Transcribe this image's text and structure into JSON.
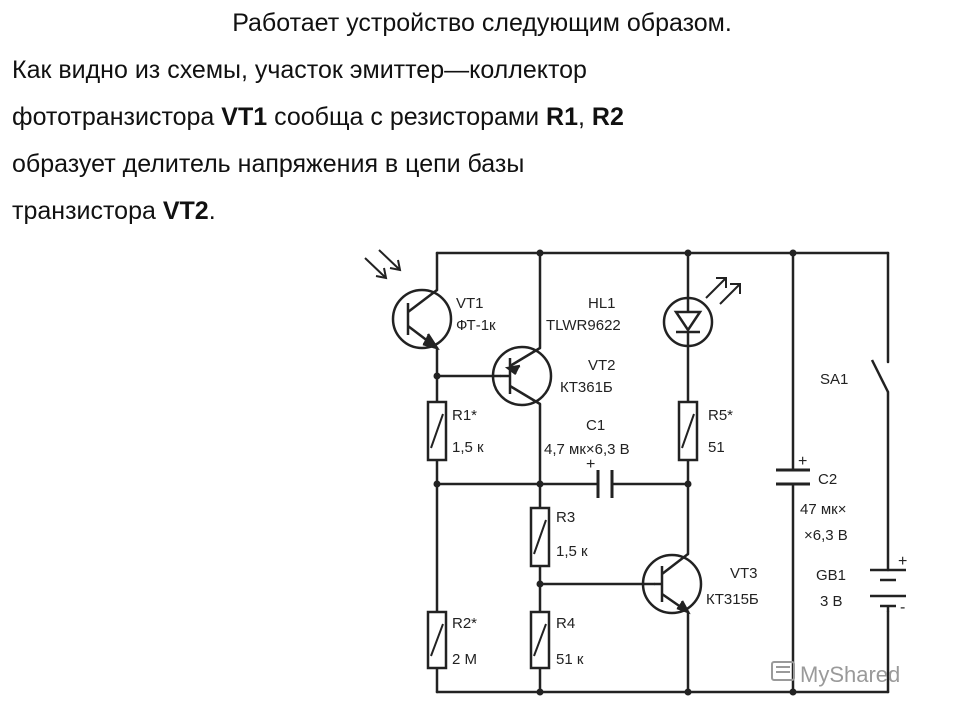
{
  "text": {
    "title": "Работает устройство следующим образом.",
    "l2": "Как видно из схемы, участок эмиттер—коллектор",
    "l3_a": "фототранзистора ",
    "l3_vt1": "VT1",
    "l3_b": " сообща с резисторами ",
    "l3_r1": "R1",
    "l3_c": ", ",
    "l3_r2": "R2",
    "l4": "образует делитель напряжения в цепи базы",
    "l5_a": "транзистора ",
    "l5_vt2": "VT2",
    "l5_b": "."
  },
  "schematic": {
    "vt1_name": "VT1",
    "vt1_type": "ФТ-1к",
    "hl1_name": "HL1",
    "hl1_type": "TLWR9622",
    "vt2_name": "VT2",
    "vt2_type": "КТ361Б",
    "r1_name": "R1*",
    "r1_value": "1,5 к",
    "c1_name": "C1",
    "c1_value": "4,7 мк×6,3 В",
    "r5_name": "R5*",
    "r5_value": "51",
    "sa1_name": "SA1",
    "c2_name": "C2",
    "c2_value_1": "47 мк×",
    "c2_value_2": "×6,3 В",
    "r3_name": "R3",
    "r3_value": "1,5 к",
    "vt3_name": "VT3",
    "vt3_type": "КТ315Б",
    "gb1_name": "GB1",
    "gb1_value": "3 В",
    "r2_name": "R2*",
    "r2_value": "2 М",
    "r4_name": "R4",
    "r4_value": "51 к",
    "plus": "+",
    "minus": "-",
    "watermark": "MyShared"
  }
}
